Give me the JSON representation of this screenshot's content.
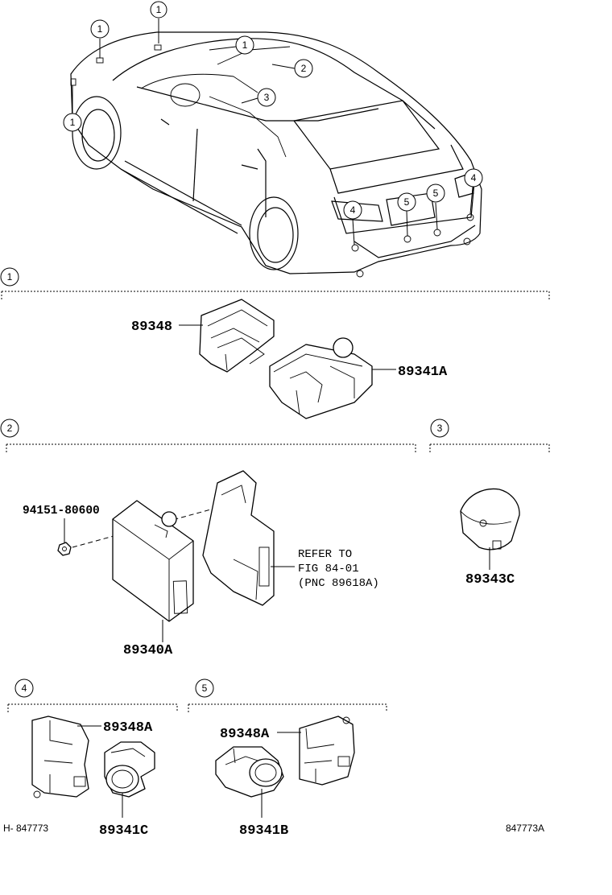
{
  "callouts": {
    "c1": "1",
    "c2": "2",
    "c3": "3",
    "c4": "4",
    "c5": "5"
  },
  "sections": {
    "s1": "1",
    "s2": "2",
    "s3": "3",
    "s4": "4",
    "s5": "5"
  },
  "parts": {
    "p89348": "89348",
    "p89341A": "89341A",
    "p94151": "94151-80600",
    "p89340A": "89340A",
    "p89343C": "89343C",
    "p89348A_1": "89348A",
    "p89341C": "89341C",
    "p89348A_2": "89348A",
    "p89341B": "89341B"
  },
  "refer_note": {
    "line1": "REFER TO",
    "line2": "FIG 84-01",
    "line3": "(PNC 89618A)"
  },
  "footer": {
    "left_code": "H- 847773",
    "right_code": "847773A"
  }
}
